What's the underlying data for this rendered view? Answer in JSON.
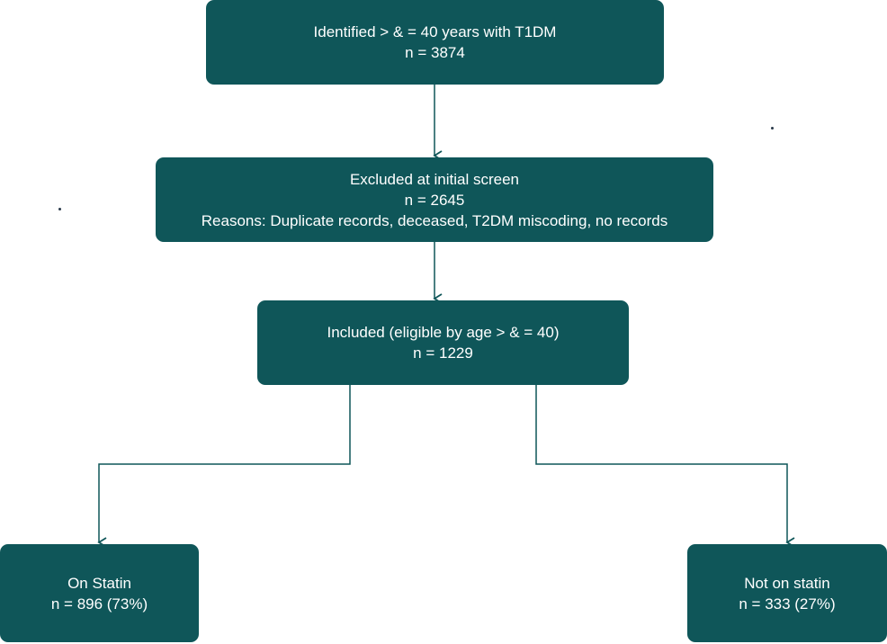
{
  "flowchart": {
    "identified": {
      "line1": "Identified > & = 40 years with T1DM",
      "line2": "n = 3874"
    },
    "excluded": {
      "line1": "Excluded at initial screen",
      "line2": "n = 2645",
      "line3": "Reasons: Duplicate records, deceased, T2DM miscoding, no records"
    },
    "included": {
      "line1": "Included (eligible by age > & = 40)",
      "line2": "n = 1229"
    },
    "on_statin": {
      "line1": "On Statin",
      "line2": "n = 896 (73%)"
    },
    "not_on_statin": {
      "line1": "Not on statin",
      "line2": "n = 333 (27%)"
    }
  },
  "colors": {
    "box_fill": "#0f5659",
    "box_text": "#ffffff",
    "connector": "#0f5659"
  }
}
